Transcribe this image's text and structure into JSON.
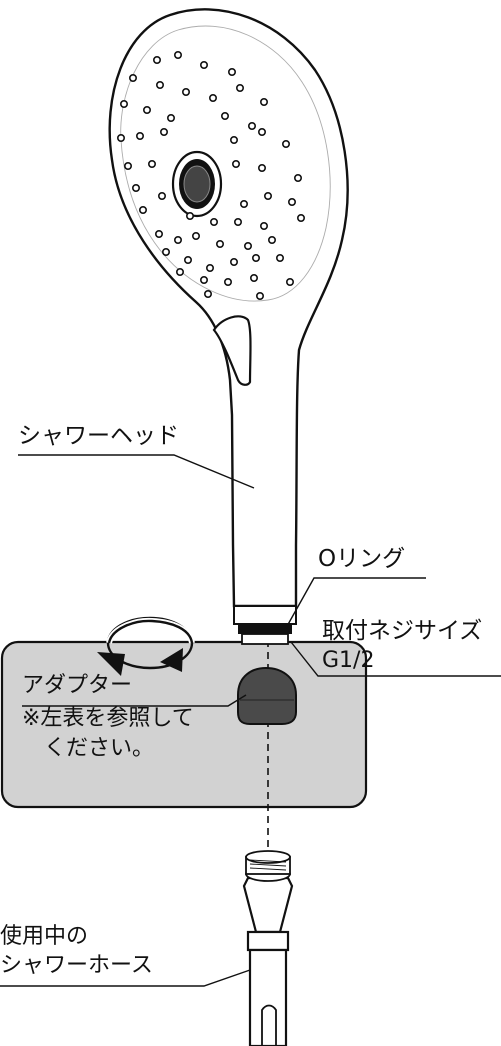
{
  "labels": {
    "shower_head": "シャワーヘッド",
    "o_ring": "Oリング",
    "thread_size_title": "取付ネジサイズ",
    "thread_size_value": "G1/2",
    "adapter": "アダプター",
    "adapter_note_line1": "※左表を参照して",
    "adapter_note_line2": "ください。",
    "hose_line1": "使用中の",
    "hose_line2": "シャワーホース"
  },
  "colors": {
    "ink": "#111111",
    "panel_fill": "#d2d2d2",
    "adapter_fill": "#4a4a4a",
    "background": "#ffffff"
  },
  "icons": {
    "rotate": "rotate-clockwise-arrow-icon"
  }
}
